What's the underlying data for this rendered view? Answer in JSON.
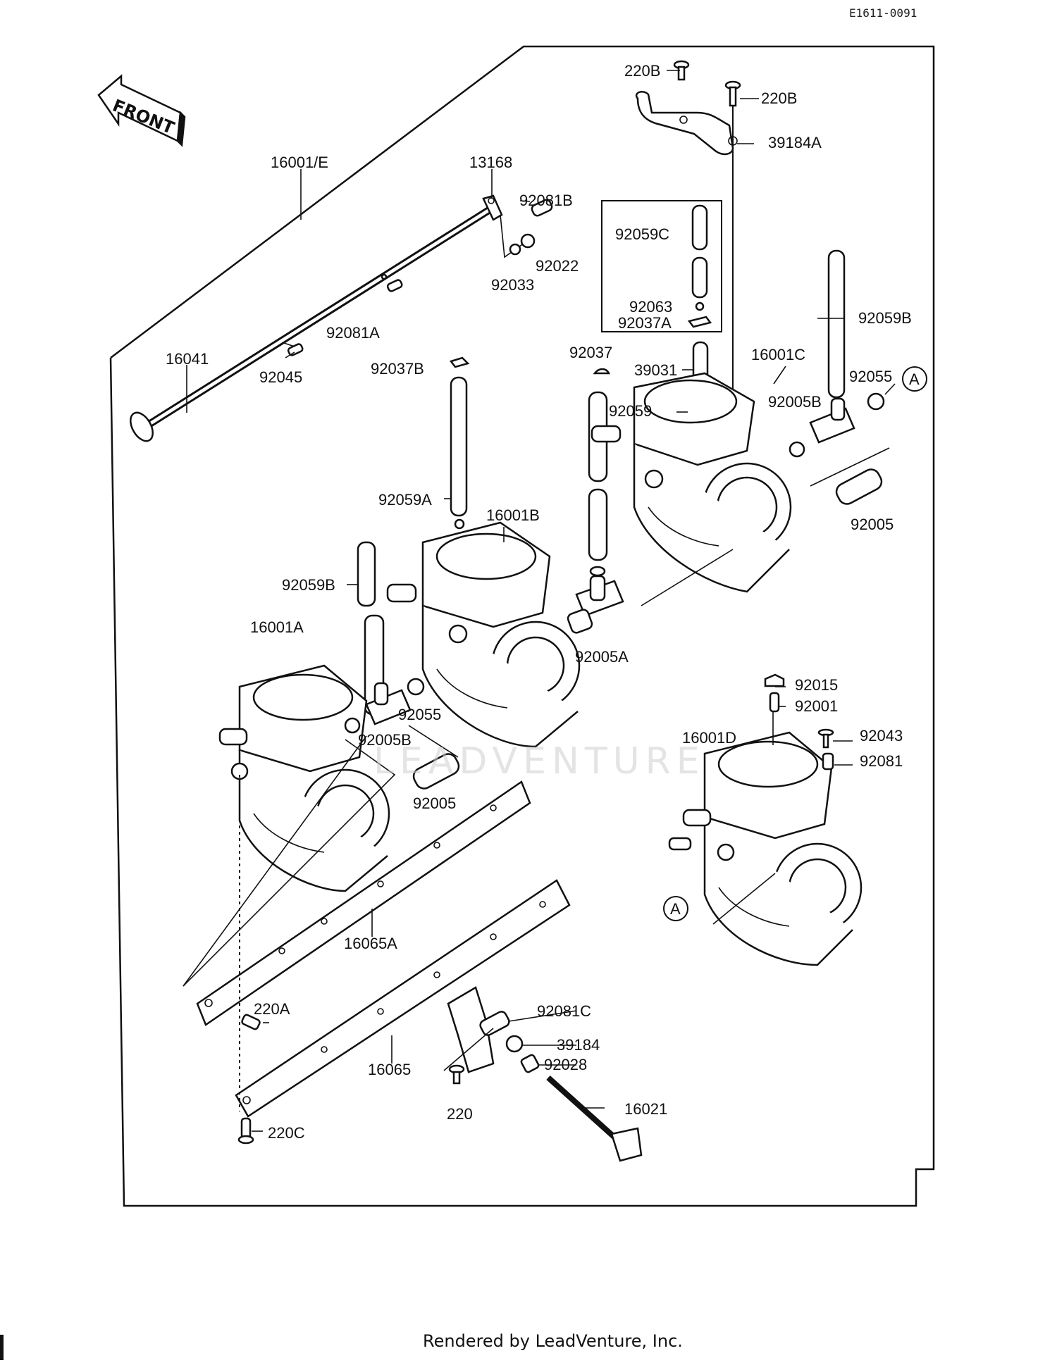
{
  "diagram": {
    "reference_code": "E1611-0091",
    "front_label": "FRONT",
    "watermark": "LEADVENTURE",
    "footer": "Rendered by LeadVenture, Inc.",
    "labels": [
      {
        "id": "220b-top-left",
        "text": "220B"
      },
      {
        "id": "220b-top-right",
        "text": "220B"
      },
      {
        "id": "39184a",
        "text": "39184A"
      },
      {
        "id": "16001e",
        "text": "16001/E"
      },
      {
        "id": "13168",
        "text": "13168"
      },
      {
        "id": "92081b",
        "text": "92081B"
      },
      {
        "id": "92022",
        "text": "92022"
      },
      {
        "id": "92033",
        "text": "92033"
      },
      {
        "id": "92059c",
        "text": "92059C"
      },
      {
        "id": "92063",
        "text": "92063"
      },
      {
        "id": "92037a",
        "text": "92037A"
      },
      {
        "id": "92059b-right",
        "text": "92059B"
      },
      {
        "id": "92081a",
        "text": "92081A"
      },
      {
        "id": "16041",
        "text": "16041"
      },
      {
        "id": "92045",
        "text": "92045"
      },
      {
        "id": "92037b",
        "text": "92037B"
      },
      {
        "id": "92037",
        "text": "92037"
      },
      {
        "id": "39031",
        "text": "39031"
      },
      {
        "id": "16001c",
        "text": "16001C"
      },
      {
        "id": "92055-right",
        "text": "92055"
      },
      {
        "id": "92059",
        "text": "92059"
      },
      {
        "id": "92005b-right",
        "text": "92005B"
      },
      {
        "id": "92059a",
        "text": "92059A"
      },
      {
        "id": "16001b",
        "text": "16001B"
      },
      {
        "id": "92005-right",
        "text": "92005"
      },
      {
        "id": "92059b-left",
        "text": "92059B"
      },
      {
        "id": "16001a",
        "text": "16001A"
      },
      {
        "id": "92005a",
        "text": "92005A"
      },
      {
        "id": "92015",
        "text": "92015"
      },
      {
        "id": "92001",
        "text": "92001"
      },
      {
        "id": "92055-left",
        "text": "92055"
      },
      {
        "id": "92005b-left",
        "text": "92005B"
      },
      {
        "id": "92043",
        "text": "92043"
      },
      {
        "id": "16001d",
        "text": "16001D"
      },
      {
        "id": "92081",
        "text": "92081"
      },
      {
        "id": "92005-left",
        "text": "92005"
      },
      {
        "id": "16065a",
        "text": "16065A"
      },
      {
        "id": "220a",
        "text": "220A"
      },
      {
        "id": "92081c",
        "text": "92081C"
      },
      {
        "id": "39184",
        "text": "39184"
      },
      {
        "id": "16065",
        "text": "16065"
      },
      {
        "id": "92028",
        "text": "92028"
      },
      {
        "id": "220",
        "text": "220"
      },
      {
        "id": "16021",
        "text": "16021"
      },
      {
        "id": "220c",
        "text": "220C"
      }
    ],
    "callouts": [
      {
        "id": "callout-a-top",
        "text": "A"
      },
      {
        "id": "callout-a-bottom",
        "text": "A"
      }
    ]
  }
}
